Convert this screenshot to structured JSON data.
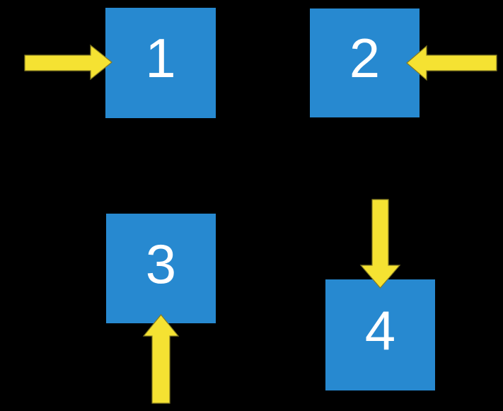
{
  "colors": {
    "background": "#000000",
    "square_fill": "#2789D0",
    "label_text": "#FFFFFF",
    "arrow_fill": "#F5E232",
    "arrow_edge": "#857B22"
  },
  "squares": [
    {
      "label": "1",
      "arrow_direction": "right",
      "arrow_enters_from": "left side"
    },
    {
      "label": "2",
      "arrow_direction": "left",
      "arrow_enters_from": "right side"
    },
    {
      "label": "3",
      "arrow_direction": "up",
      "arrow_enters_from": "bottom side"
    },
    {
      "label": "4",
      "arrow_direction": "down",
      "arrow_enters_from": "top side"
    }
  ]
}
